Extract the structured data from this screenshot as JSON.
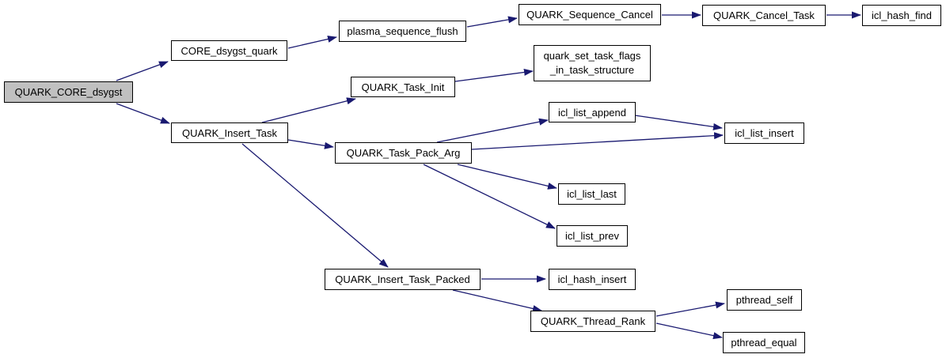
{
  "diagram": {
    "type": "call-graph",
    "root": "QUARK_CORE_dsygst"
  },
  "colors": {
    "edge": "#191970",
    "node_fill": "#ffffff",
    "node_border": "#000000",
    "root_fill": "#c0c0c0",
    "background": "#ffffff"
  },
  "nodes": {
    "quark_core_dsygst": {
      "label": "QUARK_CORE_dsygst"
    },
    "core_dsygst_quark": {
      "label": "CORE_dsygst_quark"
    },
    "plasma_sequence_flush": {
      "label": "plasma_sequence_flush"
    },
    "quark_sequence_cancel": {
      "label": "QUARK_Sequence_Cancel"
    },
    "quark_cancel_task": {
      "label": "QUARK_Cancel_Task"
    },
    "icl_hash_find": {
      "label": "icl_hash_find"
    },
    "quark_insert_task": {
      "label": "QUARK_Insert_Task"
    },
    "quark_task_init": {
      "label": "QUARK_Task_Init"
    },
    "quark_set_task_flags": {
      "label_line1": "quark_set_task_flags",
      "label_line2": "_in_task_structure"
    },
    "quark_task_pack_arg": {
      "label": "QUARK_Task_Pack_Arg"
    },
    "icl_list_append": {
      "label": "icl_list_append"
    },
    "icl_list_insert": {
      "label": "icl_list_insert"
    },
    "icl_list_last": {
      "label": "icl_list_last"
    },
    "icl_list_prev": {
      "label": "icl_list_prev"
    },
    "quark_insert_task_packed": {
      "label": "QUARK_Insert_Task_Packed"
    },
    "icl_hash_insert": {
      "label": "icl_hash_insert"
    },
    "quark_thread_rank": {
      "label": "QUARK_Thread_Rank"
    },
    "pthread_self": {
      "label": "pthread_self"
    },
    "pthread_equal": {
      "label": "pthread_equal"
    }
  },
  "edges": [
    {
      "from": "QUARK_CORE_dsygst",
      "to": "CORE_dsygst_quark"
    },
    {
      "from": "QUARK_CORE_dsygst",
      "to": "QUARK_Insert_Task"
    },
    {
      "from": "CORE_dsygst_quark",
      "to": "plasma_sequence_flush"
    },
    {
      "from": "plasma_sequence_flush",
      "to": "QUARK_Sequence_Cancel"
    },
    {
      "from": "QUARK_Sequence_Cancel",
      "to": "QUARK_Cancel_Task"
    },
    {
      "from": "QUARK_Cancel_Task",
      "to": "icl_hash_find"
    },
    {
      "from": "QUARK_Insert_Task",
      "to": "QUARK_Task_Init"
    },
    {
      "from": "QUARK_Insert_Task",
      "to": "QUARK_Task_Pack_Arg"
    },
    {
      "from": "QUARK_Insert_Task",
      "to": "QUARK_Insert_Task_Packed"
    },
    {
      "from": "QUARK_Task_Init",
      "to": "quark_set_task_flags_in_task_structure"
    },
    {
      "from": "QUARK_Task_Pack_Arg",
      "to": "icl_list_append"
    },
    {
      "from": "QUARK_Task_Pack_Arg",
      "to": "icl_list_insert"
    },
    {
      "from": "QUARK_Task_Pack_Arg",
      "to": "icl_list_last"
    },
    {
      "from": "QUARK_Task_Pack_Arg",
      "to": "icl_list_prev"
    },
    {
      "from": "icl_list_append",
      "to": "icl_list_insert"
    },
    {
      "from": "QUARK_Insert_Task_Packed",
      "to": "icl_hash_insert"
    },
    {
      "from": "QUARK_Insert_Task_Packed",
      "to": "QUARK_Thread_Rank"
    },
    {
      "from": "QUARK_Thread_Rank",
      "to": "pthread_self"
    },
    {
      "from": "QUARK_Thread_Rank",
      "to": "pthread_equal"
    }
  ]
}
